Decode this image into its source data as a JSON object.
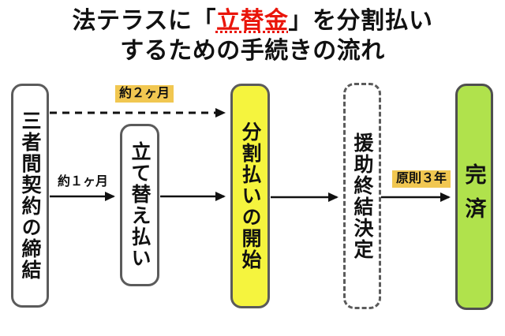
{
  "title": {
    "line1_prefix": "法テラスに「",
    "keyword": "立替金",
    "line1_suffix": "」を分割払い",
    "line2": "するための手続きの流れ"
  },
  "flow": {
    "steps": [
      {
        "id": "step-1",
        "label": "三者間契約の締結",
        "style": "solid-white"
      },
      {
        "id": "step-2",
        "label": "立て替え払い",
        "style": "solid-white"
      },
      {
        "id": "step-3",
        "label": "分割払いの開始",
        "style": "solid-yellow"
      },
      {
        "id": "step-4",
        "label": "援助終結決定",
        "style": "dashed-white"
      },
      {
        "id": "step-5",
        "label": "完済",
        "style": "solid-green"
      }
    ],
    "annotations": [
      {
        "label": "約２ヶ月",
        "highlighted": true
      },
      {
        "label": "約１ヶ月",
        "highlighted": false
      },
      {
        "label": "原則３年",
        "highlighted": true
      }
    ]
  },
  "colors": {
    "keyword_red": "#e9150a",
    "highlight_gold": "#f1c751",
    "box_yellow": "#f5f43e",
    "box_green": "#b0e24c",
    "border_gray": "#5b5b5b",
    "arrow_black": "#111111"
  }
}
